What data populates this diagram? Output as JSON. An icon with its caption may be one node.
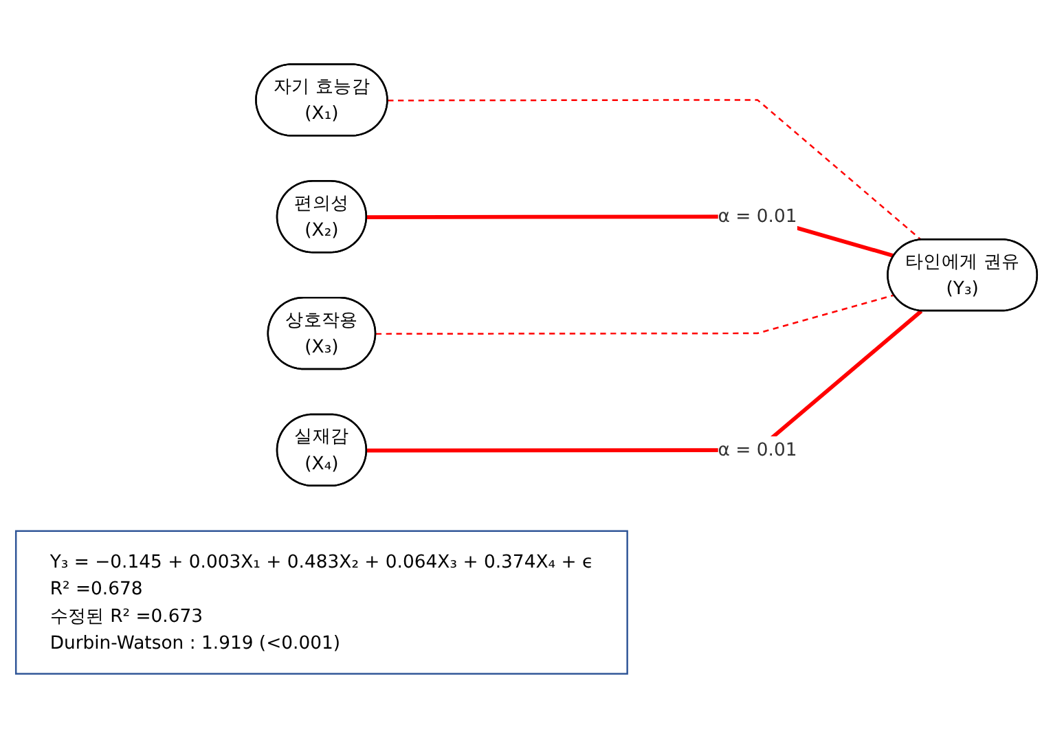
{
  "diagram": {
    "nodes": [
      {
        "text": [
          "자기 효능감",
          "(X₁)"
        ]
      },
      {
        "text": [
          "편의성",
          "(X₂)"
        ]
      },
      {
        "text": [
          "상호작용",
          "(X₃)"
        ]
      },
      {
        "text": [
          "실재감",
          "(X₄)"
        ]
      },
      {
        "text": [
          "타인에게 권유",
          "(Y₃)"
        ]
      },
      {
        "text": [
          "Y₃ = −0.145 + 0.003X₁ + 0.483X₂ + 0.064X₃ + 0.374X₄ + ϵ",
          "R² =0.678",
          "수정된 R² =0.673",
          "Durbin-Watson : 1.919 (<0.001)"
        ]
      }
    ],
    "edges": [
      {
        "from": 0,
        "to": 4,
        "arrow": "none",
        "style": "dashed"
      },
      {
        "from": 1,
        "to": 4,
        "arrow": "none",
        "style": "thick",
        "label": "α = 0.01"
      },
      {
        "from": 2,
        "to": 4,
        "arrow": "none",
        "style": "dashed"
      },
      {
        "from": 3,
        "to": 4,
        "arrow": "none",
        "style": "thick",
        "label": "α = 0.01"
      }
    ]
  }
}
